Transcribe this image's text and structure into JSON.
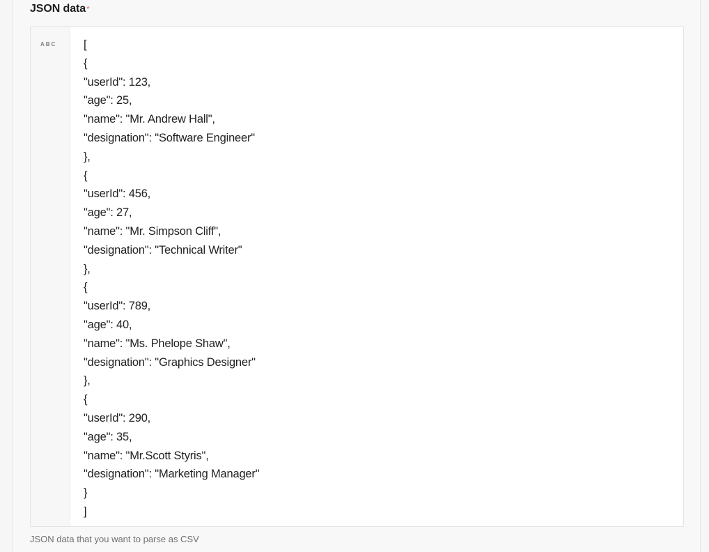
{
  "field": {
    "label": "JSON data",
    "required_mark": "*",
    "type_badge": "ABC",
    "helper_text": "JSON data that you want to parse as CSV"
  },
  "code_lines": [
    "[",
    "{",
    "\"userId\": 123,",
    "\"age\": 25,",
    "\"name\": \"Mr. Andrew Hall\",",
    "\"designation\": \"Software Engineer\"",
    "},",
    "{",
    "\"userId\": 456,",
    "\"age\": 27,",
    "\"name\": \"Mr. Simpson Cliff\",",
    "\"designation\": \"Technical Writer\"",
    "},",
    "{",
    "\"userId\": 789,",
    "\"age\": 40,",
    "\"name\": \"Ms. Phelope Shaw\",",
    "\"designation\": \"Graphics Designer\"",
    "},",
    "{",
    "\"userId\": 290,",
    "\"age\": 35,",
    "\"name\": \"Mr.Scott Styris\",",
    "\"designation\": \"Marketing Manager\"",
    "}",
    "]"
  ]
}
